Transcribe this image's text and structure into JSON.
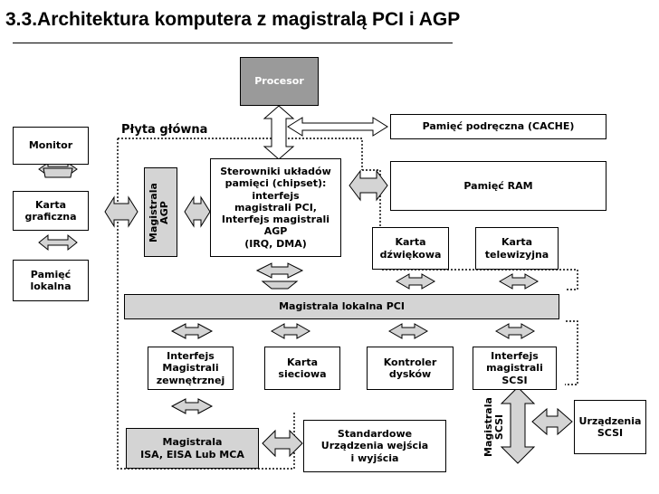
{
  "title": "3.3.Architektura komputera z magistralą PCI i AGP",
  "board_label": "Płyta główna",
  "boxes": {
    "procesor": "Procesor",
    "cache": "Pamięć podręczna (CACHE)",
    "monitor": "Monitor",
    "karta_graficzna": "Karta\ngraficzna",
    "pamiec_lokalna": "Pamięć\nlokalna",
    "magistrala_agp": "Magistrala\nAGP",
    "chipset": "Sterowniki układów\npamięci (chipset):\ninterfejs\nmagistrali PCI,\nInterfejs magistrali\nAGP\n(IRQ, DMA)",
    "ram": "Pamięć RAM",
    "karta_dzwiekowa": "Karta\ndźwiękowa",
    "karta_telewizyjna": "Karta\ntelewizyjna",
    "magistrala_pci": "Magistrala lokalna PCI",
    "interfejs_zewn": "Interfejs\nMagistrali\nzewnętrznej",
    "karta_sieciowa": "Karta\nsieciowa",
    "kontroler_dyskow": "Kontroler\ndysków",
    "interfejs_scsi": "Interfejs\nmagistrali\nSCSI",
    "magistrala_isa": "Magistrala\nISA, EISA Lub MCA",
    "standardowe_io": "Standardowe\nUrządzenia wejścia\ni wyjścia",
    "magistrala_scsi": "Magistrala\nSCSI",
    "urzadzenia_scsi": "Urządzenia\nSCSI"
  }
}
